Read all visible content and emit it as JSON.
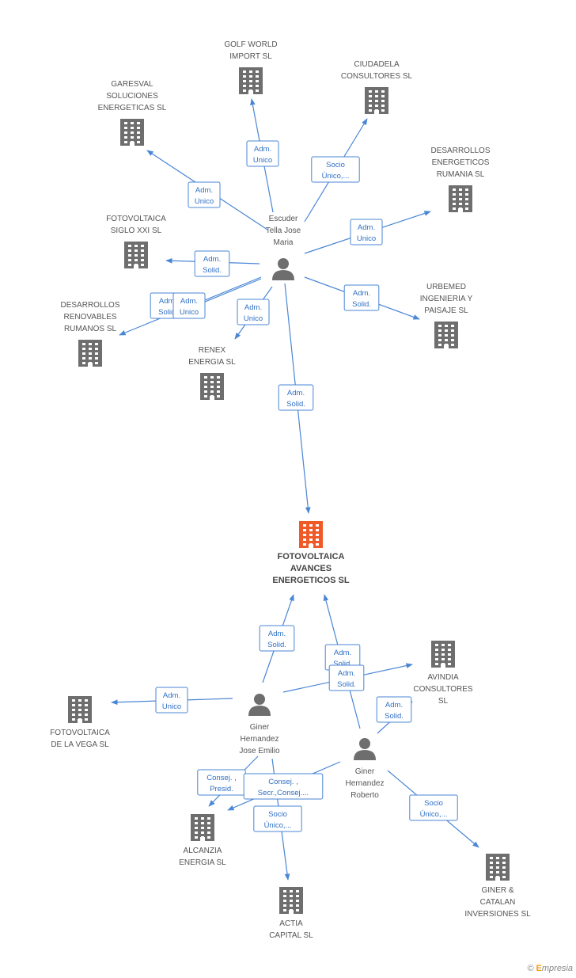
{
  "footer": {
    "copyright_symbol": "©",
    "brand_initial": "E",
    "brand_rest": "mpresia"
  },
  "colors": {
    "edge": "#4a86d6",
    "node": "#6e6e6e",
    "main_node": "#f05a28"
  },
  "nodes": [
    {
      "id": "main",
      "type": "company",
      "main": true,
      "lines": [
        "FOTOVOLTAICA",
        "AVANCES",
        "ENERGETICOS SL"
      ]
    },
    {
      "id": "escuder",
      "type": "person",
      "lines": [
        "Escuder",
        "Tella Jose",
        "Maria"
      ]
    },
    {
      "id": "golf",
      "type": "company",
      "lines": [
        "GOLF WORLD",
        "IMPORT SL"
      ]
    },
    {
      "id": "ciudadela",
      "type": "company",
      "lines": [
        "CIUDADELA",
        "CONSULTORES SL"
      ]
    },
    {
      "id": "garesval",
      "type": "company",
      "lines": [
        "GARESVAL",
        "SOLUCIONES",
        "ENERGETICAS SL"
      ]
    },
    {
      "id": "desrumania",
      "type": "company",
      "lines": [
        "DESARROLLOS",
        "ENERGETICOS",
        "RUMANIA SL"
      ]
    },
    {
      "id": "fotosiglo",
      "type": "company",
      "lines": [
        "FOTOVOLTAICA",
        "SIGLO XXI SL"
      ]
    },
    {
      "id": "urbemed",
      "type": "company",
      "lines": [
        "URBEMED",
        "INGENIERIA Y",
        "PAISAJE SL"
      ]
    },
    {
      "id": "desrenov",
      "type": "company",
      "lines": [
        "DESARROLLOS",
        "RENOVABLES",
        "RUMANOS SL"
      ]
    },
    {
      "id": "renex",
      "type": "company",
      "lines": [
        "RENEX",
        "ENERGIA SL"
      ]
    },
    {
      "id": "emilio",
      "type": "person",
      "lines": [
        "Giner",
        "Hernandez",
        "Jose Emilio"
      ]
    },
    {
      "id": "roberto",
      "type": "person",
      "lines": [
        "Giner",
        "Hernandez",
        "Roberto"
      ]
    },
    {
      "id": "avindia",
      "type": "company",
      "lines": [
        "AVINDIA",
        "CONSULTORES",
        "SL"
      ]
    },
    {
      "id": "vega",
      "type": "company",
      "lines": [
        "FOTOVOLTAICA",
        "DE LA VEGA SL"
      ]
    },
    {
      "id": "alcanzia",
      "type": "company",
      "lines": [
        "ALCANZIA",
        "ENERGIA SL"
      ]
    },
    {
      "id": "actia",
      "type": "company",
      "lines": [
        "ACTIA",
        "CAPITAL SL"
      ]
    },
    {
      "id": "catalan",
      "type": "company",
      "lines": [
        "GINER &",
        "CATALAN",
        "INVERSIONES SL"
      ]
    }
  ],
  "edges": [
    {
      "id": "e-golf",
      "from": "escuder",
      "to": "golf",
      "label": [
        "Adm.",
        "Unico"
      ]
    },
    {
      "id": "e-ciudadela",
      "from": "escuder",
      "to": "ciudadela",
      "label": [
        "Socio",
        "Único,..."
      ]
    },
    {
      "id": "e-garesval",
      "from": "escuder",
      "to": "garesval",
      "label": [
        "Adm.",
        "Unico"
      ]
    },
    {
      "id": "e-desrumania",
      "from": "escuder",
      "to": "desrumania",
      "label": [
        "Adm.",
        "Unico"
      ]
    },
    {
      "id": "e-fotosiglo",
      "from": "escuder",
      "to": "fotosiglo",
      "label": [
        "Adm.",
        "Solid."
      ]
    },
    {
      "id": "e-urbemed",
      "from": "escuder",
      "to": "urbemed",
      "label": [
        "Adm.",
        "Solid."
      ]
    },
    {
      "id": "e-desrenov",
      "from": "escuder",
      "to": "desrenov",
      "label": [
        "Adm.",
        "Solid."
      ]
    },
    {
      "id": "e-desrenov2",
      "from": "escuder",
      "to": "desrenov",
      "label": [
        "Adm.",
        "Unico"
      ]
    },
    {
      "id": "e-renex",
      "from": "escuder",
      "to": "renex",
      "label": [
        "Adm.",
        "Unico"
      ]
    },
    {
      "id": "e-main1",
      "from": "escuder",
      "to": "main",
      "label": [
        "Adm.",
        "Solid."
      ]
    },
    {
      "id": "e-main2",
      "from": "emilio",
      "to": "main",
      "label": [
        "Adm.",
        "Solid."
      ]
    },
    {
      "id": "e-main3",
      "from": "roberto",
      "to": "main",
      "label": [
        "Adm.",
        "Solid."
      ]
    },
    {
      "id": "e-vega",
      "from": "emilio",
      "to": "vega",
      "label": [
        "Adm.",
        "Unico"
      ]
    },
    {
      "id": "e-avindia1",
      "from": "emilio",
      "to": "avindia",
      "label": [
        "Adm.",
        "Solid."
      ]
    },
    {
      "id": "e-avindia2",
      "from": "roberto",
      "to": "avindia",
      "label": [
        "Adm.",
        "Solid."
      ]
    },
    {
      "id": "e-alcanzia1",
      "from": "emilio",
      "to": "alcanzia",
      "label": [
        "Consej. ,",
        "Presid."
      ]
    },
    {
      "id": "e-alcanzia2",
      "from": "roberto",
      "to": "alcanzia",
      "label": [
        "Consej. ,",
        "Secr.,Consej...."
      ]
    },
    {
      "id": "e-actia",
      "from": "emilio",
      "to": "actia",
      "label": [
        "Socio",
        "Único,..."
      ]
    },
    {
      "id": "e-catalan",
      "from": "roberto",
      "to": "catalan",
      "label": [
        "Socio",
        "Único,..."
      ]
    }
  ]
}
